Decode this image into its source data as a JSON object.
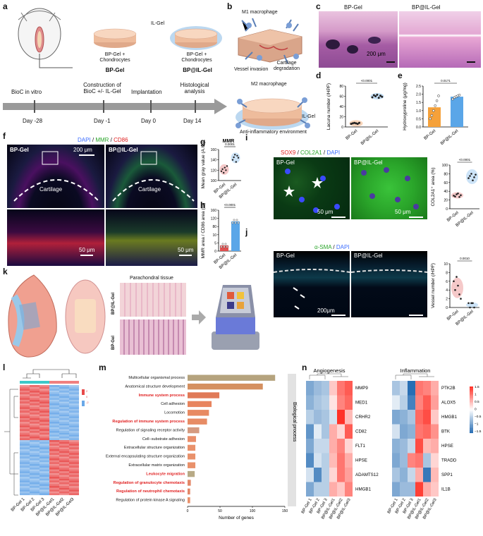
{
  "panels": {
    "a": "a",
    "b": "b",
    "c": "c",
    "d": "d",
    "e": "e",
    "f": "f",
    "g": "g",
    "h": "h",
    "i": "i",
    "j": "j",
    "k": "k",
    "l": "l",
    "m": "m",
    "n": "n"
  },
  "a": {
    "il_gel": "IL-Gel",
    "bp_desc": "BP-Gel +\nChondrocytes",
    "bp_name": "BP-Gel",
    "il_desc": "BP-Gel +\nChondrocytes",
    "il_name": "BP@IL-Gel",
    "timeline": [
      {
        "label": "BioC in vitro",
        "day": "Day -28"
      },
      {
        "label": "Construction of\nBioC +/- IL-Gel",
        "day": "Day -1"
      },
      {
        "label": "Implantation",
        "day": "Day 0"
      },
      {
        "label": "Histological\nanalysis",
        "day": "Day 14"
      }
    ]
  },
  "b": {
    "m1": "M1 macrophage",
    "vessel": "Vessel invasion",
    "cart": "Cartilage\ndegradation",
    "m2": "M2 macrophage",
    "ilgel": "IL-Gel",
    "anti": "Anti-inflammatory environment"
  },
  "c": {
    "left": "BP-Gel",
    "right": "BP@IL-Gel",
    "scale": "200 μm"
  },
  "d": {
    "ylabel": "Lacuna number (/HPF)",
    "p": "<0.0001",
    "cats": [
      "BP-Gel",
      "BP@IL-Gel"
    ],
    "ticks": [
      "0",
      "20",
      "40",
      "60",
      "80"
    ],
    "values": [
      [
        6,
        7,
        8,
        7,
        6,
        8
      ],
      [
        58,
        62,
        60,
        63,
        57,
        61,
        59
      ]
    ]
  },
  "e": {
    "ylabel": "Hydroxyproline (μg/mg)",
    "p": "0.0171",
    "cats": [
      "BP-Gel",
      "BP@IL-Gel"
    ],
    "ticks": [
      "0.0",
      "0.5",
      "1.0",
      "1.5",
      "2.0",
      "2.5"
    ],
    "means": [
      1.2,
      1.85
    ],
    "values": [
      [
        0.5,
        0.7,
        1.0,
        1.3,
        1.6,
        1.9
      ],
      [
        1.7,
        1.8,
        1.85,
        1.9,
        1.95
      ]
    ],
    "colors": [
      "#f5a13a",
      "#5aa6e8"
    ]
  },
  "f": {
    "legend": [
      {
        "t": "DAPI",
        "c": "#3b6cff"
      },
      {
        "t": " / ",
        "c": "#111"
      },
      {
        "t": "MMR",
        "c": "#2aa52a"
      },
      {
        "t": " / ",
        "c": "#111"
      },
      {
        "t": "CD86",
        "c": "#e02020"
      }
    ],
    "left": "BP-Gel",
    "right": "BP@IL-Gel",
    "cart": "Cartilage",
    "scale1": "200 μm",
    "scale2": "50 μm"
  },
  "g": {
    "title": "MMR",
    "ylabel": "Mean gray value (A.U.)",
    "p": "0.0001",
    "cats": [
      "BP-Gel",
      "BP@IL-Gel"
    ],
    "ticks": [
      "100",
      "120",
      "140",
      "160"
    ]
  },
  "h": {
    "ylabel": "MMR area / CD86 area (%)",
    "p": "<0.0001",
    "cats": [
      "BP-Gel",
      "BP@IL-Gel"
    ],
    "ticks": [
      "0",
      "5",
      "10",
      "80",
      "120",
      "160"
    ]
  },
  "i": {
    "legend": [
      {
        "t": "SOX9",
        "c": "#e02020"
      },
      {
        "t": " / ",
        "c": "#111"
      },
      {
        "t": "COL2A1",
        "c": "#2aa52a"
      },
      {
        "t": " / ",
        "c": "#111"
      },
      {
        "t": "DAPI",
        "c": "#3b6cff"
      }
    ],
    "left": "BP-Gel",
    "right": "BP@IL-Gel",
    "scale": "50 μm",
    "ylabel": "COL2A1⁺ area (%)",
    "p": "<0.0001",
    "cats": [
      "BP-Gel",
      "BP@IL-Gel"
    ],
    "ticks": [
      "0",
      "20",
      "40",
      "60",
      "80",
      "100"
    ]
  },
  "j": {
    "legend": [
      {
        "t": "α-SMA",
        "c": "#2aa52a"
      },
      {
        "t": " / ",
        "c": "#111"
      },
      {
        "t": "DAPI",
        "c": "#3b6cff"
      }
    ],
    "left": "BP-Gel",
    "right": "BP@IL-Gel",
    "scale": "200μm",
    "ylabel": "Vessel number (/HPF)",
    "p": "0.0010",
    "cats": [
      "BP-Gel",
      "BP@IL-Gel"
    ],
    "ticks": [
      "0",
      "2",
      "4",
      "6",
      "8",
      "10"
    ]
  },
  "k": {
    "tissue": "Parachondral tissue",
    "top": "BP@IL-Gel",
    "bottom": "BP-Gel"
  },
  "l": {
    "samples": [
      "BP-Gel 1",
      "BP-Gel 2",
      "BP-Gel 3",
      "BP@IL-Gel1",
      "BP@IL-Gel2",
      "BP@IL-Gel3"
    ],
    "scale": [
      "2",
      "0",
      "-2"
    ]
  },
  "m": {
    "xlabel": "Number of genes",
    "side": "Biological process",
    "ticks": [
      "0",
      "50",
      "100",
      "150"
    ],
    "terms": [
      {
        "t": "Multicellular organismal process",
        "v": 135,
        "red": false,
        "c": "#b5a37e"
      },
      {
        "t": "Anatomical structure development",
        "v": 116,
        "red": false,
        "c": "#d59060"
      },
      {
        "t": "Immune system process",
        "v": 49,
        "red": true,
        "c": "#e07a58"
      },
      {
        "t": "Cell adhesion",
        "v": 37,
        "red": false,
        "c": "#e8845e"
      },
      {
        "t": "Locomotion",
        "v": 33,
        "red": false,
        "c": "#e88a62"
      },
      {
        "t": "Regulation of immune system process",
        "v": 30,
        "red": true,
        "c": "#e78c65"
      },
      {
        "t": "Regulation of signaling receptor activity",
        "v": 18,
        "red": false,
        "c": "#d59a80"
      },
      {
        "t": "Cell−substrate adhesion",
        "v": 13,
        "red": false,
        "c": "#e98e6a"
      },
      {
        "t": "Extracellular structure organization",
        "v": 12,
        "red": false,
        "c": "#e9916b"
      },
      {
        "t": "External encapsulating structure organization",
        "v": 12,
        "red": false,
        "c": "#e9916b"
      },
      {
        "t": "Extracellular matrix organization",
        "v": 12,
        "red": false,
        "c": "#e9916b"
      },
      {
        "t": "Leukocyte migration",
        "v": 11,
        "red": true,
        "c": "#b8aa86"
      },
      {
        "t": "Regulation of granulocyte chemotaxis",
        "v": 5,
        "red": true,
        "c": "#e38768"
      },
      {
        "t": "Regulation of neutrophil chemotaxis",
        "v": 4,
        "red": true,
        "c": "#e38768"
      },
      {
        "t": "Regulation of protein kinase A signaling",
        "v": 4,
        "red": false,
        "c": "#e9916b"
      }
    ]
  },
  "n": {
    "ang_title": "Angiogenesis",
    "inf_title": "Inflammation",
    "ang_genes": [
      "MMP9",
      "MED1",
      "CRHR2",
      "CD82",
      "FLT1",
      "HPSE",
      "ADAMTS12",
      "HMGB1"
    ],
    "inf_genes": [
      "PTK2B",
      "ALOX5",
      "HMGB1",
      "BTK",
      "HPSE",
      "TRADD",
      "SPP1",
      "IL1B"
    ],
    "samples": [
      "BP-Gel 1",
      "BP-Gel 2",
      "BP-Gel 3",
      "BP@IL-Gel1",
      "BP@IL-Gel2",
      "BP@IL-Gel3"
    ],
    "scale": [
      "1.5",
      "1",
      "0.5",
      "0",
      "−0.5",
      "−1",
      "−1.5"
    ],
    "ang": [
      [
        -0.9,
        -0.7,
        -0.6,
        0.4,
        1.0,
        1.2
      ],
      [
        -0.8,
        -0.6,
        -0.5,
        0.2,
        0.9,
        1.1
      ],
      [
        -0.5,
        -0.7,
        -0.6,
        -0.3,
        1.6,
        0.5
      ],
      [
        -1.1,
        -0.2,
        -0.6,
        0.6,
        0.3,
        1.2
      ],
      [
        -0.9,
        -0.4,
        -0.4,
        0.6,
        0.9,
        0.3
      ],
      [
        -1.2,
        -0.3,
        -0.5,
        0.5,
        1.0,
        0.6
      ],
      [
        -0.3,
        -1.2,
        -0.5,
        0.3,
        1.0,
        0.7
      ],
      [
        -0.9,
        -0.5,
        -0.5,
        0.6,
        0.4,
        0.9
      ]
    ],
    "inf": [
      [
        -0.6,
        -0.4,
        -1.5,
        1.0,
        0.9,
        0.6
      ],
      [
        -0.2,
        -0.5,
        -1.3,
        0.9,
        1.2,
        0.7
      ],
      [
        -0.9,
        -0.8,
        -0.6,
        1.1,
        1.3,
        0.4
      ],
      [
        -0.3,
        -0.9,
        -0.8,
        1.0,
        1.1,
        0.8
      ],
      [
        -0.8,
        -0.7,
        -0.4,
        1.3,
        0.5,
        0.6
      ],
      [
        -0.9,
        -0.7,
        0.9,
        1.0,
        -0.6,
        0.3
      ],
      [
        -0.6,
        -0.8,
        -0.4,
        0.6,
        -1.4,
        0.5
      ],
      [
        -0.9,
        -0.7,
        -0.7,
        1.4,
        0.6,
        0.4
      ]
    ]
  }
}
